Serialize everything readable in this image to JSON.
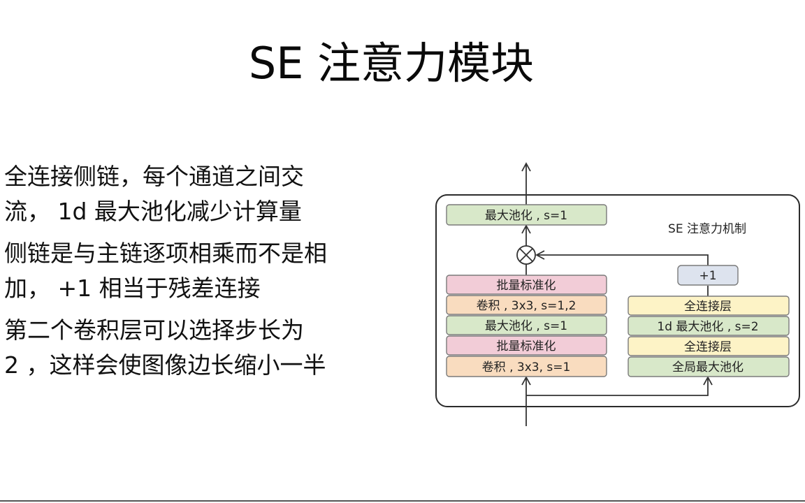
{
  "slide": {
    "title": "SE 注意力模块",
    "bullets": [
      {
        "lines": [
          "全连接侧链，每个通道之间交",
          "流， 1d 最大池化减少计算量"
        ]
      },
      {
        "lines": [
          "侧链是与主链逐项相乘而不是相",
          "加， +1 相当于残差连接"
        ]
      },
      {
        "lines": [
          "第二个卷积层可以选择步长为",
          "2 ，这样会使图像边长缩小一半"
        ]
      }
    ]
  },
  "diagram": {
    "title": "SE 注意力机制",
    "main_chain": [
      {
        "label": "最大池化 , s=1",
        "color": "#d8e8c9"
      },
      {
        "label": "批量标准化",
        "color": "#f2ccd7"
      },
      {
        "label": "卷积 , 3x3, s=1,2",
        "color": "#f9dcbf"
      },
      {
        "label": "最大池化 , s=1",
        "color": "#d8e8c9"
      },
      {
        "label": "批量标准化",
        "color": "#f2ccd7"
      },
      {
        "label": "卷积 , 3x3, s=1",
        "color": "#f9dcbf"
      }
    ],
    "side_chain": [
      {
        "label": "+1",
        "color": "#dde3ee"
      },
      {
        "label": "全连接层",
        "color": "#fdf3c6"
      },
      {
        "label": "1d 最大池化 , s=2",
        "color": "#d8e8c9"
      },
      {
        "label": "全连接层",
        "color": "#fdf3c6"
      },
      {
        "label": "全局最大池化",
        "color": "#d8e8c9"
      }
    ],
    "multiply_symbol": "multiply-circle-icon"
  }
}
